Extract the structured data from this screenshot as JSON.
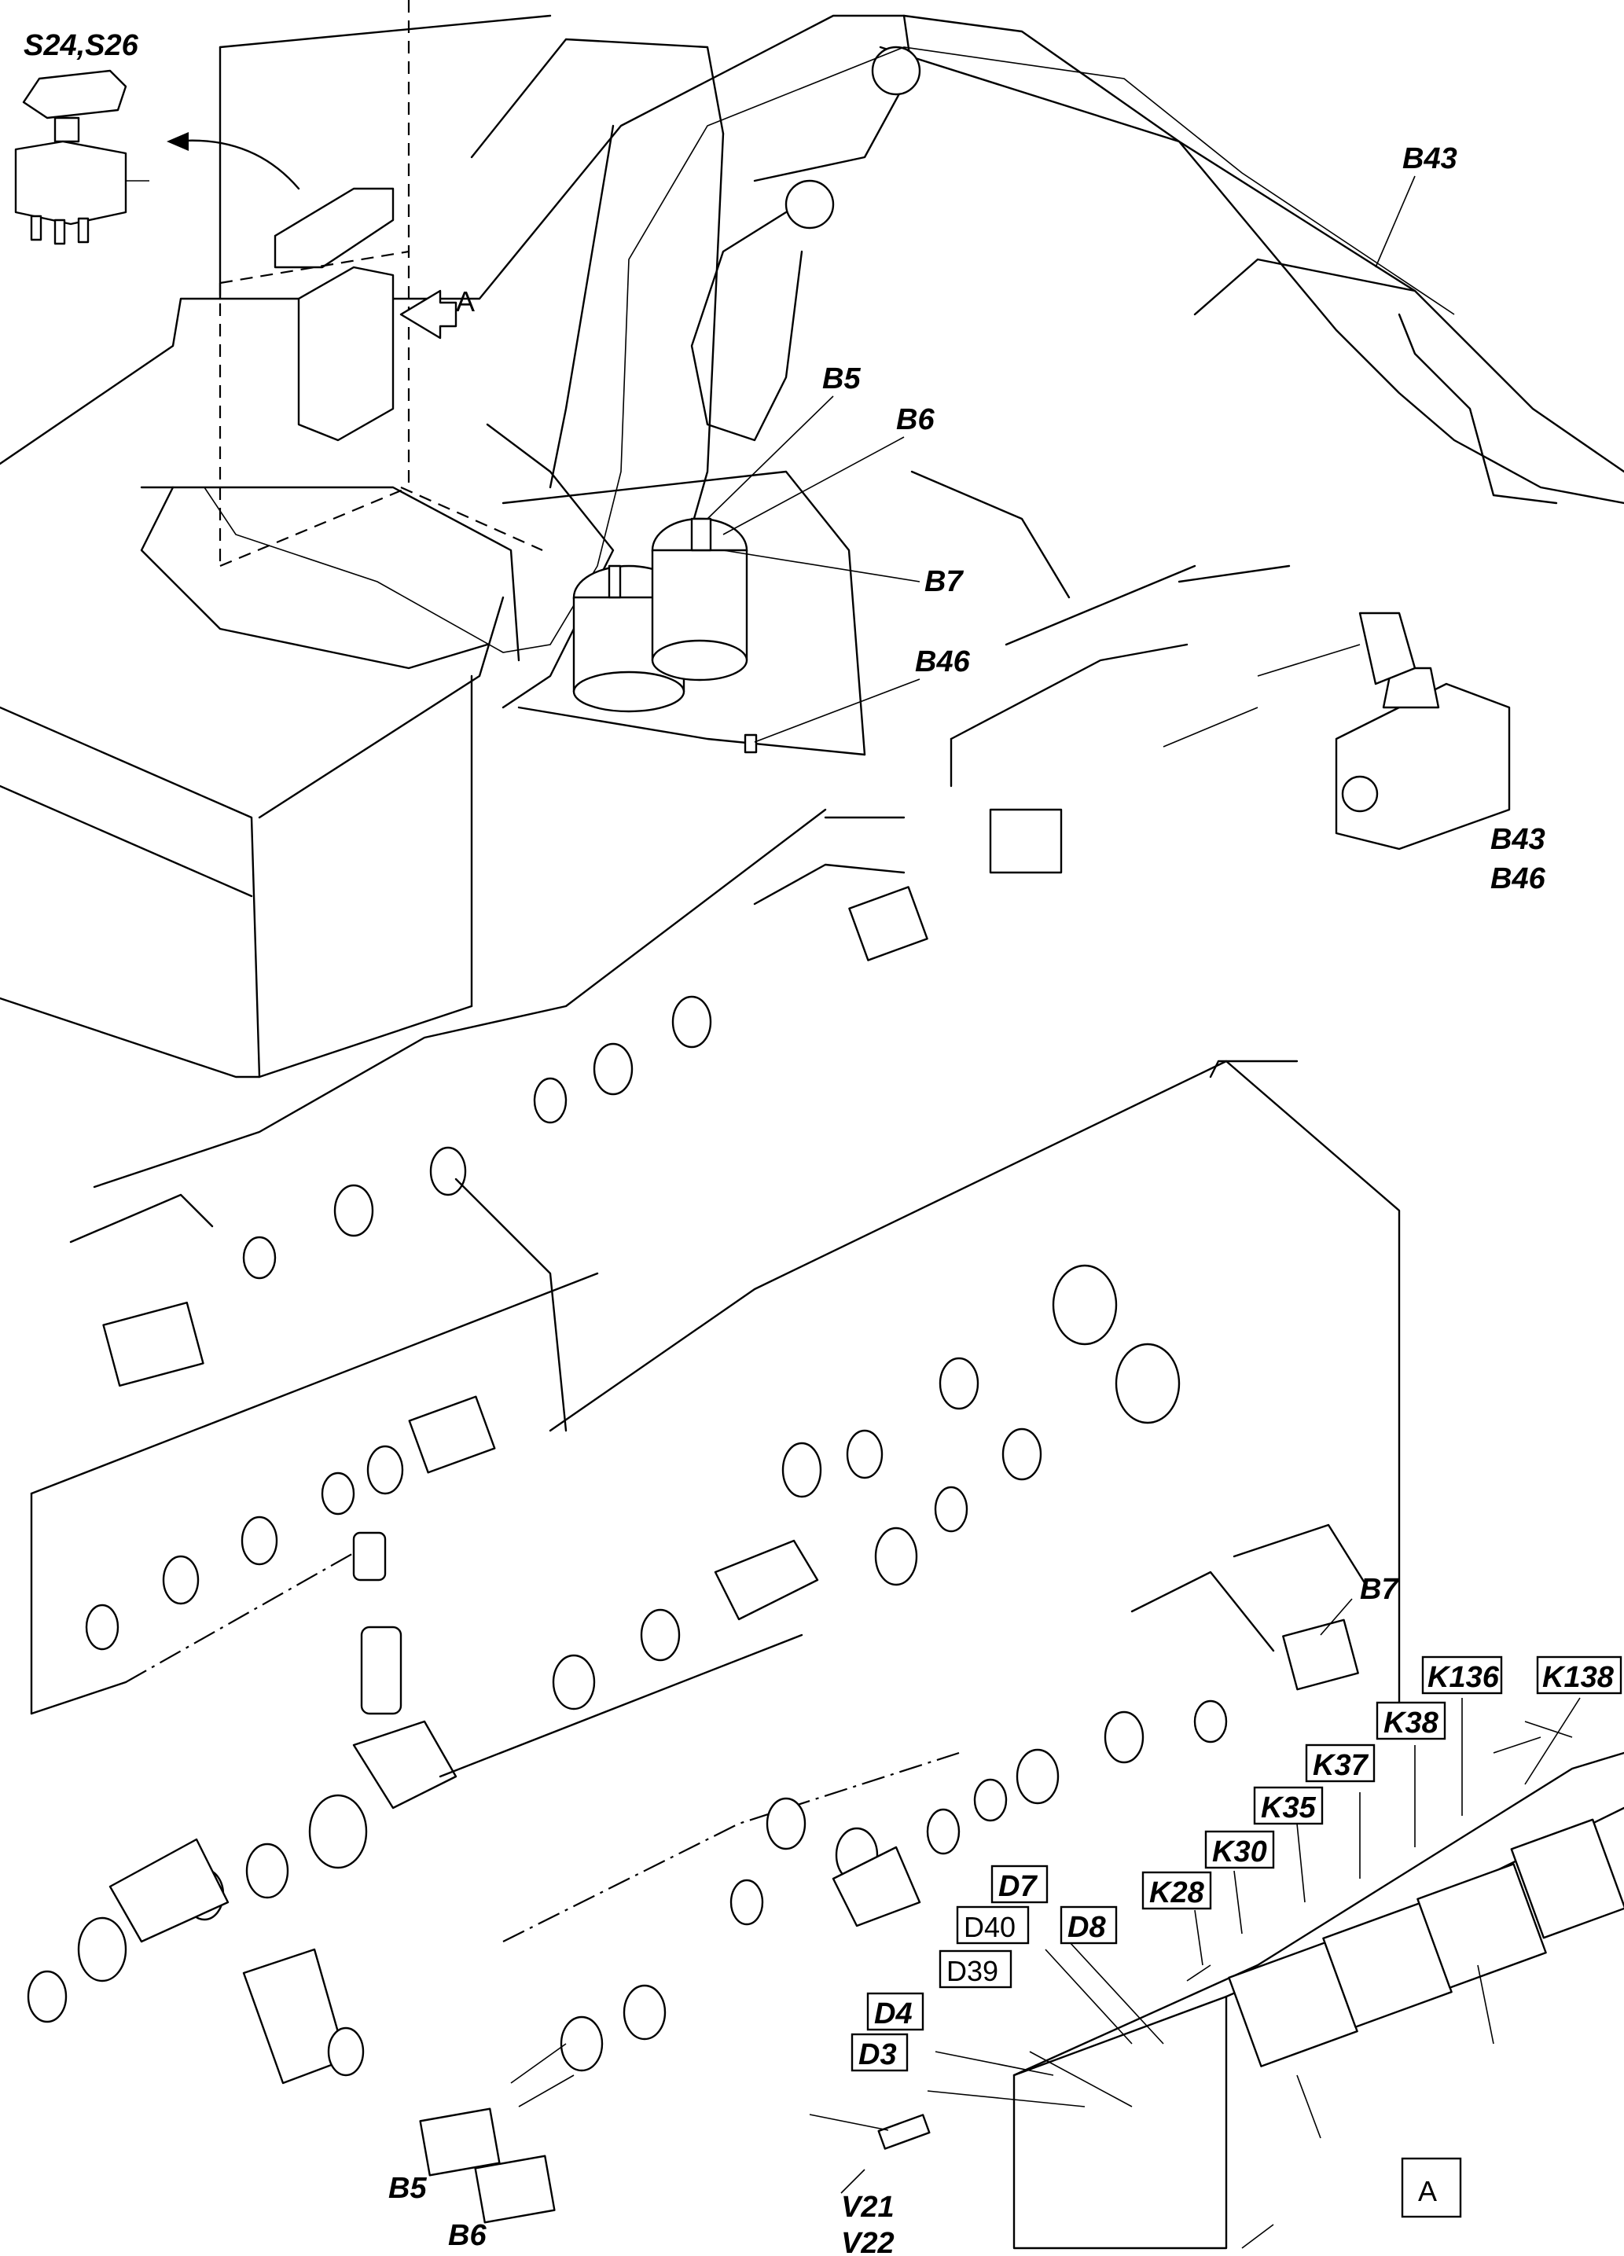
{
  "labels": {
    "s24_s26": "S24,S26",
    "b43_top": "B43",
    "b5_top": "B5",
    "b6_top": "B6",
    "b7_top": "B7",
    "b46_top": "B46",
    "arrow_a": "A",
    "b43_right": "B43",
    "b46_right": "B46",
    "b7_mid": "B7",
    "b5_bottom": "B5",
    "b6_bottom": "B6",
    "v21": "V21",
    "v22": "V22",
    "view_a": "A"
  },
  "relay_labels": {
    "k136": "K136",
    "k138": "K138",
    "k38": "K38",
    "k37": "K37",
    "k35": "K35",
    "k30": "K30",
    "k28": "K28",
    "d7": "D7",
    "d8": "D8",
    "d40": "D40",
    "d39": "D39",
    "d4": "D4",
    "d3": "D3"
  }
}
